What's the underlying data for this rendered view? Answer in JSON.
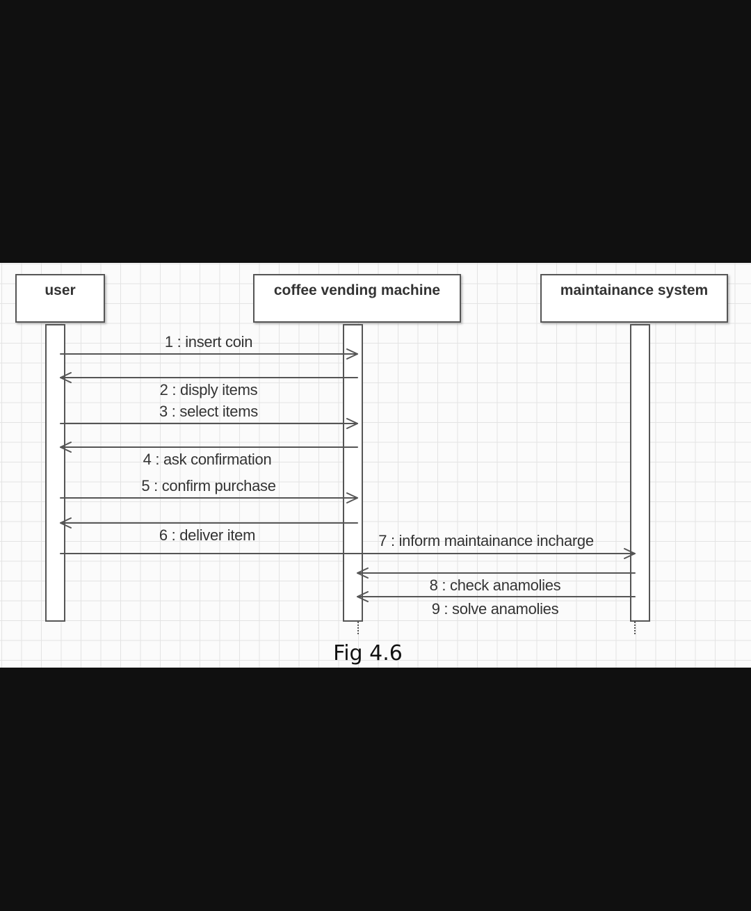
{
  "diagram": {
    "participants": [
      {
        "id": "user",
        "label": "user"
      },
      {
        "id": "cvm",
        "label": "coffee vending machine"
      },
      {
        "id": "ms",
        "label": "maintainance system"
      }
    ],
    "messages": [
      {
        "n": 1,
        "text": "1 : insert coin",
        "from": "user",
        "to": "cvm"
      },
      {
        "n": 2,
        "text": "2 : disply items",
        "from": "cvm",
        "to": "user"
      },
      {
        "n": 3,
        "text": "3 : select items",
        "from": "user",
        "to": "cvm"
      },
      {
        "n": 4,
        "text": "4 : ask confirmation",
        "from": "cvm",
        "to": "user"
      },
      {
        "n": 5,
        "text": "5 : confirm purchase",
        "from": "user",
        "to": "cvm"
      },
      {
        "n": 6,
        "text": "6 : deliver item",
        "from": "cvm",
        "to": "user"
      },
      {
        "n": 7,
        "text": "7 : inform maintainance incharge",
        "from": "user",
        "to": "ms"
      },
      {
        "n": 8,
        "text": "8 : check anamolies",
        "from": "ms",
        "to": "cvm"
      },
      {
        "n": 9,
        "text": "9 : solve anamolies",
        "from": "ms",
        "to": "cvm"
      }
    ],
    "caption": "Fig 4.6"
  }
}
